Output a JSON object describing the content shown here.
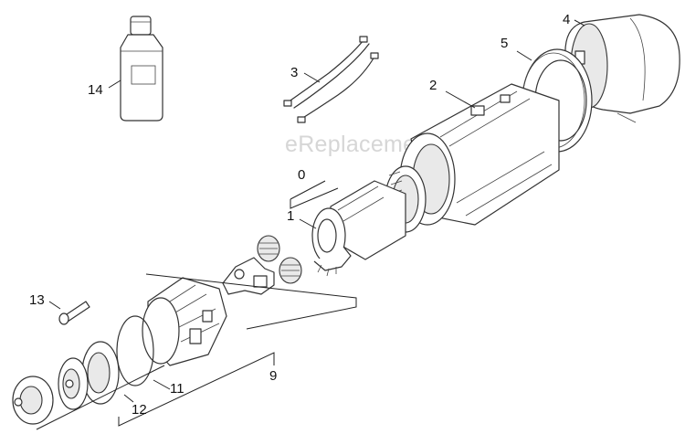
{
  "diagram": {
    "watermark": "eReplacementParts.com",
    "callouts": {
      "c0": "0",
      "c1": "1",
      "c2": "2",
      "c3": "3",
      "c4": "4",
      "c5": "5",
      "c9": "9",
      "c11": "11",
      "c12": "12",
      "c13": "13",
      "c14": "14"
    }
  }
}
